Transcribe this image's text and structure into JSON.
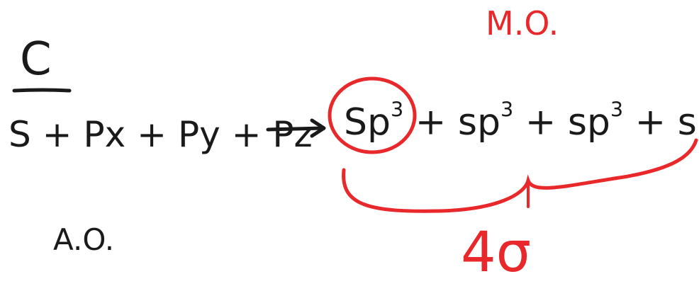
{
  "element": "C",
  "atomic_orbitals": {
    "s": "S",
    "plus": "+",
    "px": "Px",
    "py": "Py",
    "pz": "Pz"
  },
  "ao_label": "A.O.",
  "mo_label": "M.O.",
  "hybrid": {
    "base": "sp",
    "exp": "3",
    "first_base": "Sp"
  },
  "sigma_count": "4σ",
  "colors": {
    "black_ink": "#1a1a1a",
    "red_ink": "#e8282b",
    "background": "#ffffff"
  }
}
